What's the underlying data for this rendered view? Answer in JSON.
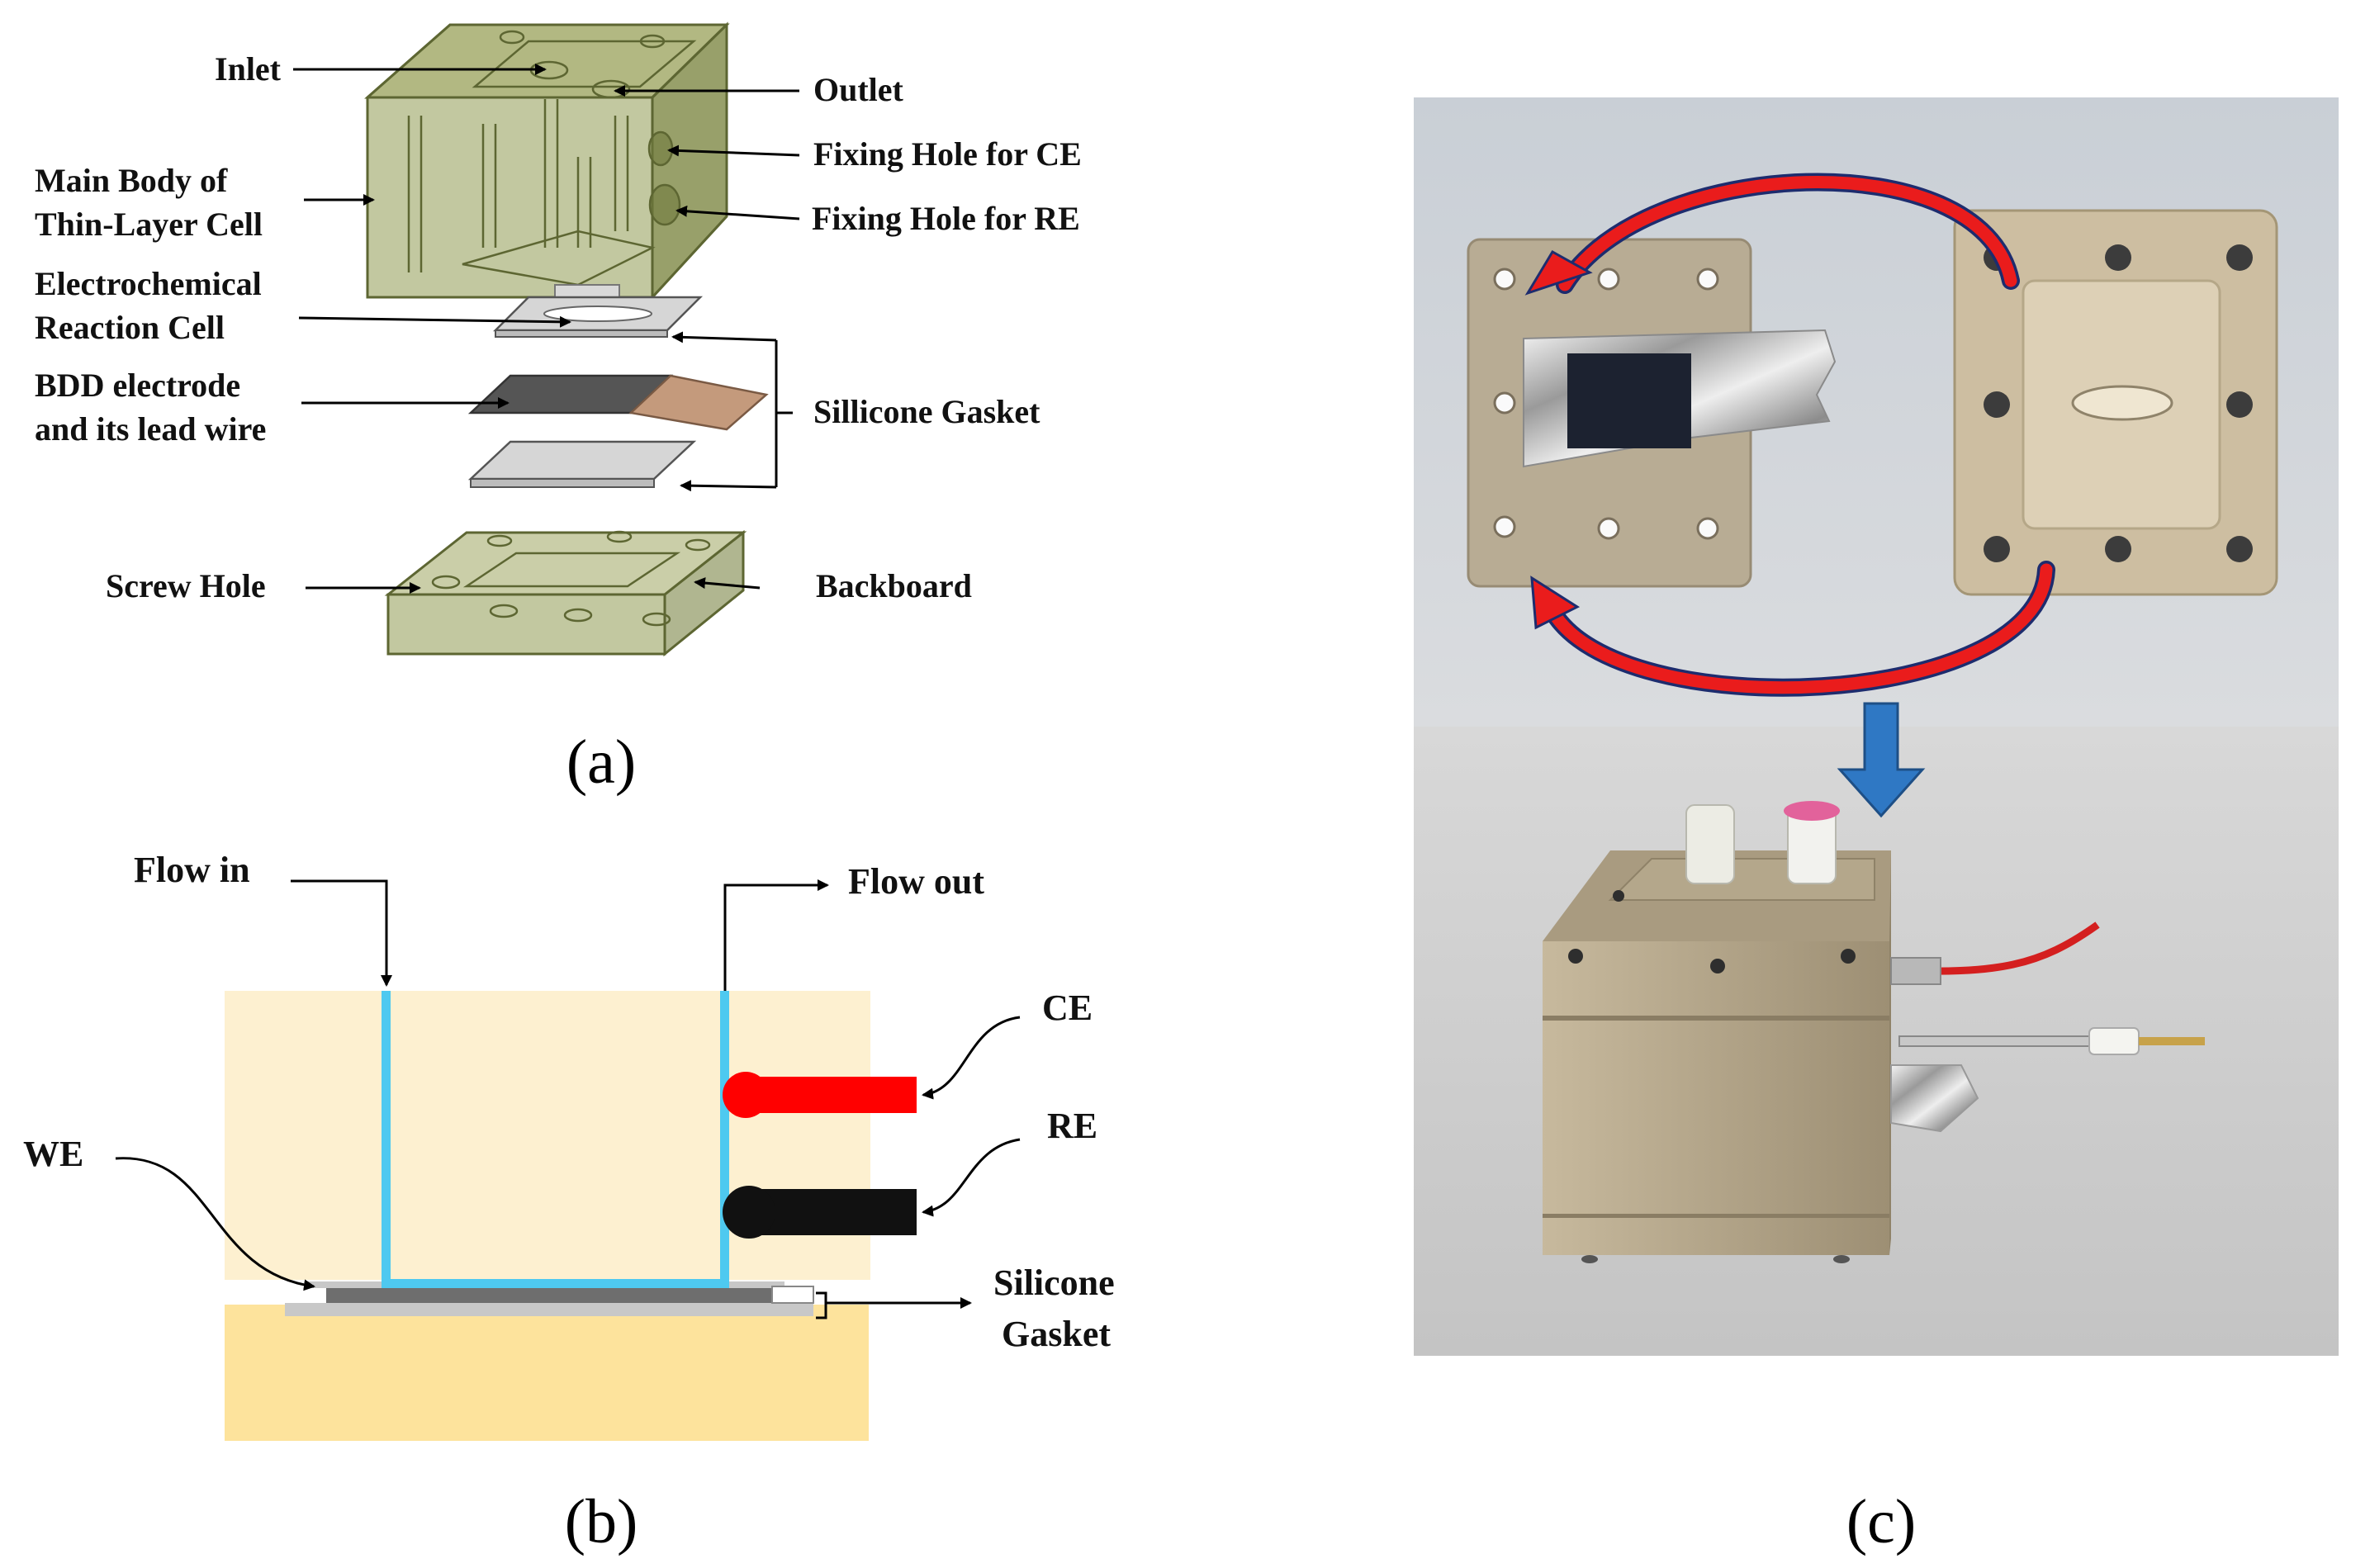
{
  "panel_a": {
    "labels": {
      "inlet": "Inlet",
      "outlet": "Outlet",
      "fixing_ce": "Fixing Hole for CE",
      "fixing_re": "Fixing Hole for  RE",
      "main_body_line1": "Main Body of",
      "main_body_line2": "Thin-Layer Cell",
      "reaction_line1": "Electrochemical",
      "reaction_line2": "Reaction Cell",
      "bdd_line1": "BDD electrode",
      "bdd_line2": "and its lead wire",
      "gasket": "Sillicone Gasket",
      "screw_hole": "Screw Hole",
      "backboard": "Backboard"
    },
    "caption": "(a)",
    "colors": {
      "body": "#8f9a52",
      "body_edge": "#5d6632",
      "electrode": "#555555",
      "lead_wire": "#c49a7c",
      "gasket": "#d6d6d6"
    }
  },
  "panel_b": {
    "labels": {
      "flow_in": "Flow in",
      "flow_out": "Flow out",
      "ce": "CE",
      "re": "RE",
      "we": "WE",
      "gasket_line1": "Silicone",
      "gasket_line2": "Gasket"
    },
    "caption": "(b)",
    "colors": {
      "upper_block": "#fdf0d0",
      "lower_block": "#fde39c",
      "channel": "#4ec9f0",
      "ce": "#ff0000",
      "re": "#111111",
      "electrode": "#6e6e6e",
      "gasket": "#c8c8c8"
    }
  },
  "panel_c": {
    "caption": "(c)",
    "colors": {
      "background_top": "#d5d8dc",
      "background_bottom": "#cfcfcf",
      "cell_body": "#b3a489",
      "arrow_red": "#ea1c1c",
      "arrow_blue": "#2f78c4"
    }
  }
}
